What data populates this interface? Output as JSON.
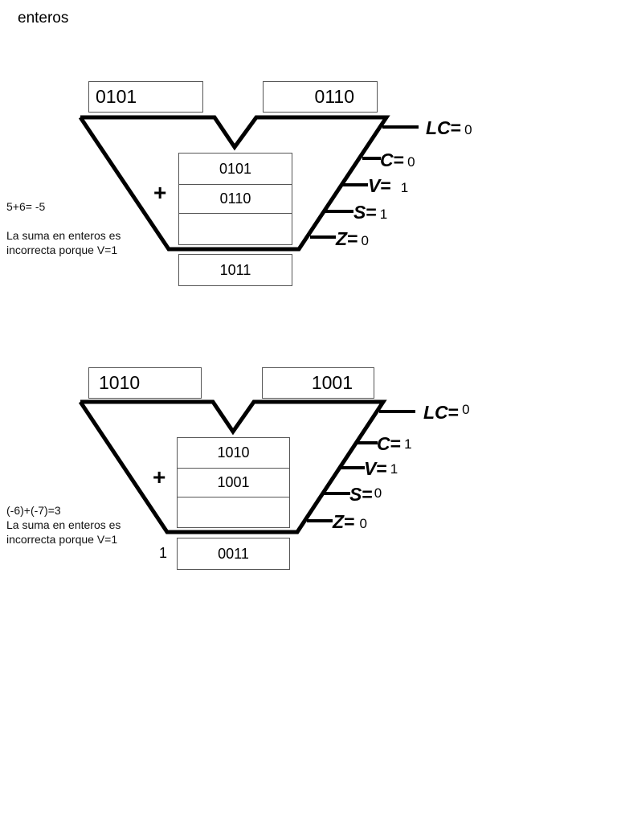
{
  "title": "enteros",
  "sections": [
    {
      "input_a": "0101",
      "input_b": "0110",
      "operand_top": "0101",
      "operand_bottom": "0110",
      "operator": "+",
      "result": "1011",
      "carry_out": "",
      "equation": "5+6= -5",
      "note": "La suma en enteros es incorrecta porque V=1",
      "flags": {
        "lc": {
          "name": "LC",
          "eq": "=",
          "value": "0"
        },
        "c": {
          "name": "C",
          "eq": "=",
          "value": "0"
        },
        "v": {
          "name": "V",
          "eq": "=",
          "value": "1"
        },
        "s": {
          "name": "S",
          "eq": "=",
          "value": "1"
        },
        "z": {
          "name": "Z",
          "eq": "=",
          "value": "0"
        }
      }
    },
    {
      "input_a": "1010",
      "input_b": "1001",
      "operand_top": "1010",
      "operand_bottom": "1001",
      "operator": "+",
      "result": "0011",
      "carry_out": "1",
      "equation": "(-6)+(-7)=3",
      "note": "La suma en enteros es incorrecta porque V=1",
      "flags": {
        "lc": {
          "name": "LC",
          "eq": "=",
          "value": "0"
        },
        "c": {
          "name": "C",
          "eq": "=",
          "value": "1"
        },
        "v": {
          "name": "V",
          "eq": "=",
          "value": "1"
        },
        "s": {
          "name": "S",
          "eq": "=",
          "value": "0"
        },
        "z": {
          "name": "Z",
          "eq": "=",
          "value": "0"
        }
      }
    }
  ]
}
